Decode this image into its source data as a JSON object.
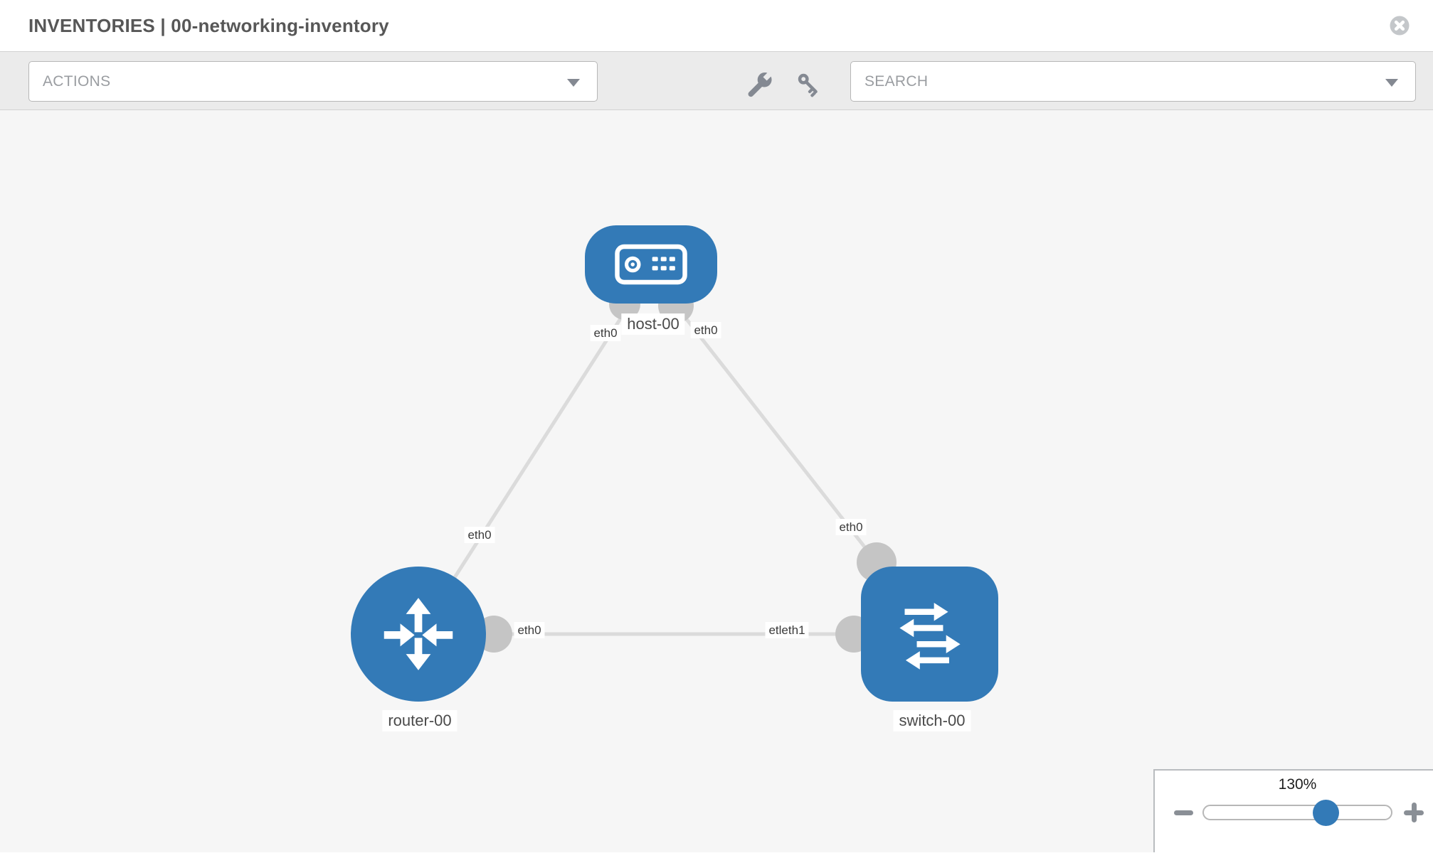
{
  "header": {
    "title": "INVENTORIES | 00-networking-inventory"
  },
  "toolbar": {
    "actions_label": "ACTIONS",
    "search_label": "SEARCH"
  },
  "icons": {
    "close": "close-circle",
    "tools": [
      "wrench",
      "key"
    ],
    "combo_caret": "chevron-down",
    "zoom_out": "minus",
    "zoom_in": "plus"
  },
  "topology": {
    "nodes": [
      {
        "id": "host-00",
        "type": "host",
        "label": "host-00"
      },
      {
        "id": "router-00",
        "type": "router",
        "label": "router-00"
      },
      {
        "id": "switch-00",
        "type": "switch",
        "label": "switch-00"
      }
    ],
    "links": [
      {
        "from": "router-00",
        "to": "host-00",
        "from_interface": "eth0",
        "to_interface": "eth0"
      },
      {
        "from": "switch-00",
        "to": "host-00",
        "from_interface": "eth0",
        "to_interface": "eth0"
      },
      {
        "from": "router-00",
        "to": "switch-00",
        "from_interface": "eth0",
        "to_interface": "etleth1"
      }
    ]
  },
  "zoom_control": {
    "level": "130%"
  },
  "colors": {
    "node_blue": "#337ab7",
    "link_gray": "#dbdbdb",
    "connector_gray": "#c5c5c5",
    "toolbar_bg": "#ebebeb",
    "canvas_bg": "#f6f6f6"
  }
}
